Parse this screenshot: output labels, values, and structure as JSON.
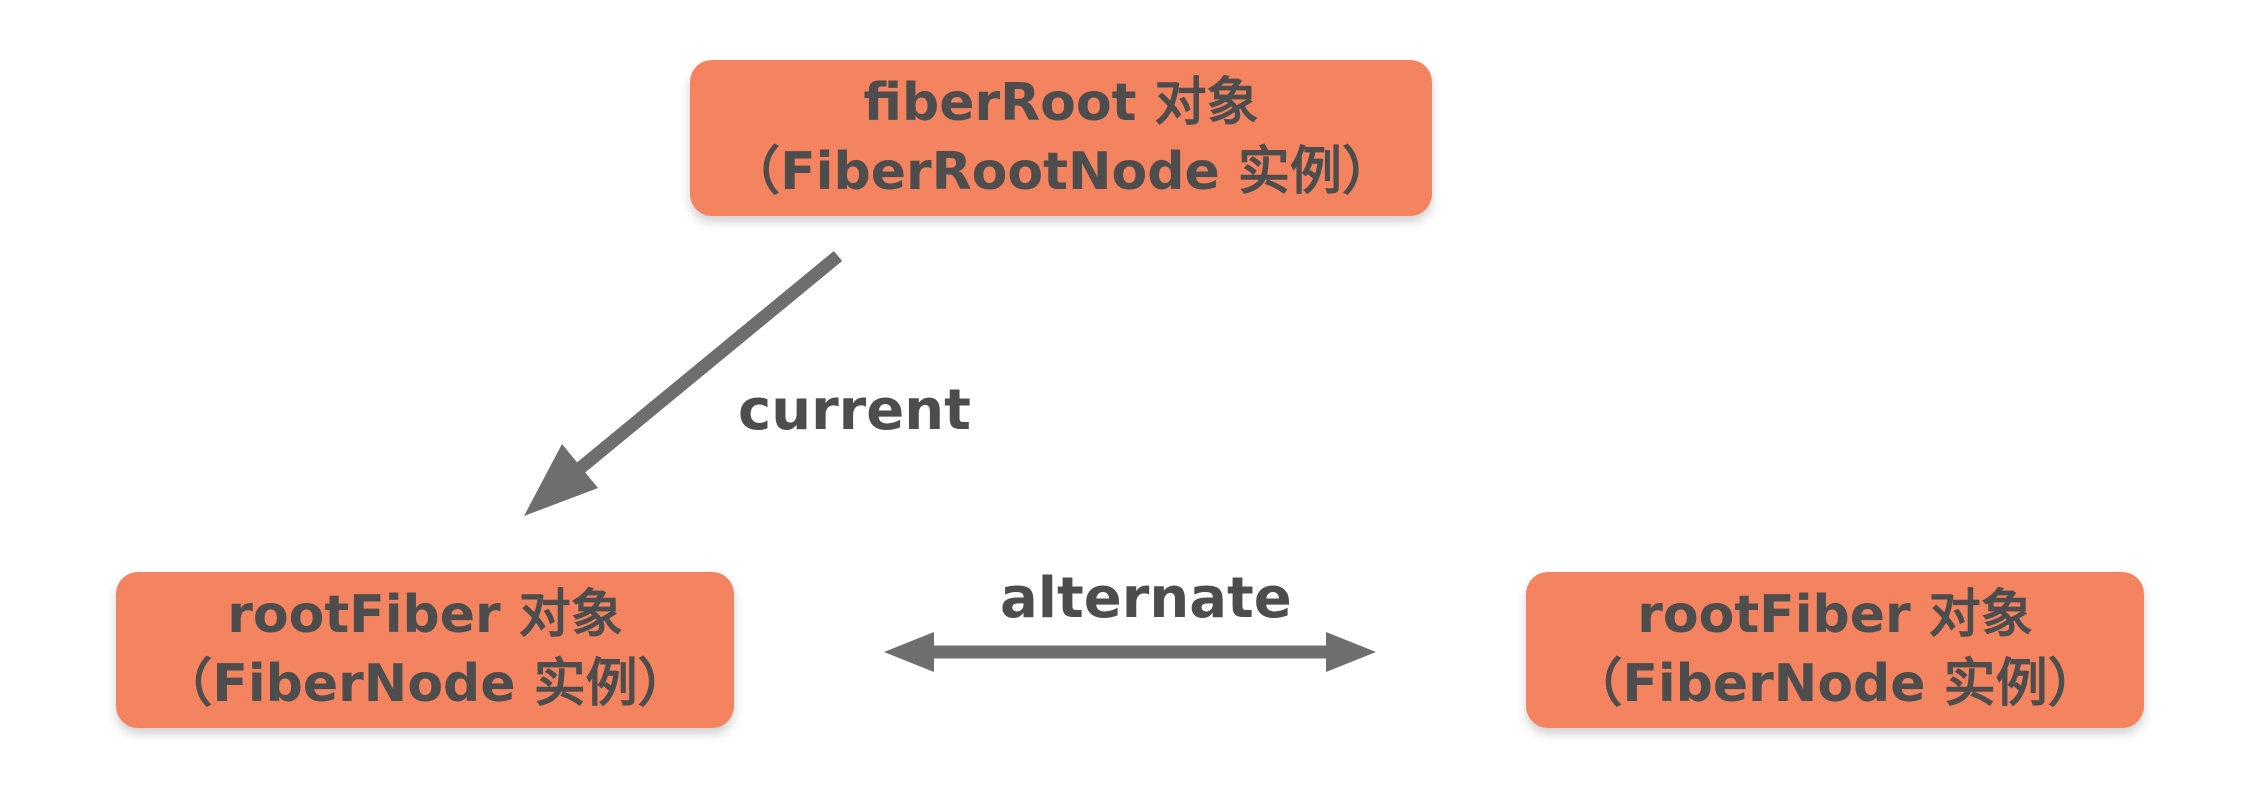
{
  "colors": {
    "node_fill": "#f48360",
    "text": "#4d4d4d",
    "arrow": "#6e6e6e"
  },
  "nodes": {
    "fiber_root": {
      "line1": "fiberRoot 对象",
      "line2": "（FiberRootNode 实例）"
    },
    "root_fiber_left": {
      "line1": "rootFiber 对象",
      "line2": "（FiberNode 实例）"
    },
    "root_fiber_right": {
      "line1": "rootFiber 对象",
      "line2": "（FiberNode 实例）"
    }
  },
  "edges": {
    "current": {
      "label": "current",
      "from": "fiber_root",
      "to": "root_fiber_left",
      "direction": "single"
    },
    "alternate": {
      "label": "alternate",
      "from": "root_fiber_left",
      "to": "root_fiber_right",
      "direction": "bidirectional"
    }
  }
}
